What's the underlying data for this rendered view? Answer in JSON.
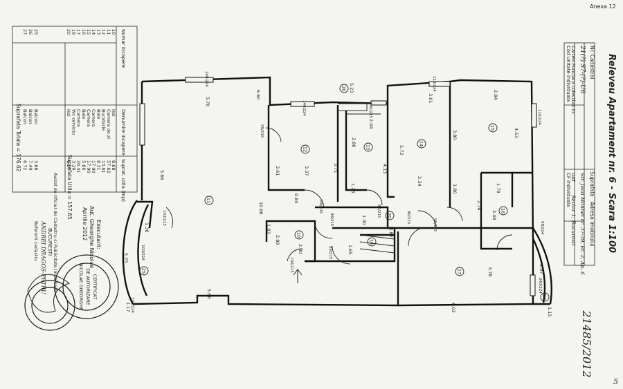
{
  "annex": "Anexa 12",
  "corner_mark": "5",
  "reg_number": "21485/2012",
  "title": "Releveu Apartament nr. 6 - Scara 1:100",
  "header": {
    "labels": {
      "cadastral": "Nr. Cadastral",
      "surface": "Suprafata",
      "address": "Adresa imobilului",
      "cf": "Cartea Funciara colectiva nr.",
      "uat": "UAT",
      "cad_code": "Cod unitate individuala",
      "cf_ind": "CF individuala"
    },
    "values": {
      "cadastral": "21(?) S7-(?)-U6",
      "address": "Str. Jean Monnet nr. 37-39, Et. 2, Ap. 6",
      "uat": "Sector 1, Bucuresti"
    }
  },
  "rooms_table": {
    "headers": [
      "Numar incapere",
      "Denumire incapere",
      "Suprat. utila (mp)"
    ],
    "rows": [
      [
        "10",
        "Hol",
        "8.68"
      ],
      [
        "11",
        "Camera de zi",
        "57.62"
      ],
      [
        "12",
        "Bucatarie",
        "13.61"
      ],
      [
        "13",
        "Baie",
        "8.31"
      ],
      [
        "14",
        "Camera",
        "17.90"
      ],
      [
        "15",
        "Camera",
        "17.90"
      ],
      [
        "16",
        "Baie",
        "5.66"
      ],
      [
        "17",
        "Camera",
        "20.41"
      ],
      [
        "18",
        "Wc serviciu",
        "3.29"
      ],
      [
        "20",
        "Hol",
        "6.27"
      ]
    ],
    "util_label": "Suprafata Utila = 157.65",
    "balc_rows": [
      [
        "25",
        "Balcon",
        "3.88"
      ],
      [
        "26",
        "Balcon",
        "7.49"
      ],
      [
        "27",
        "Balcon",
        "6.72"
      ]
    ],
    "total_label": "Suprafata Totala = 176.02"
  },
  "executor": {
    "line1": "Executant:",
    "line2": "Aut. Gheorghe Nicolae",
    "line3": "Aprilie 2012",
    "sign1": "Avizat de Oficiul de Cadastru si Publicitate Imobiliara",
    "sign2": "BUCURESTI",
    "sign3": "ANDREI DRAGOS-PETRU",
    "sign4": "Referent cadastru"
  },
  "plan": {
    "room_ids": [
      "10",
      "11",
      "12",
      "13",
      "14",
      "15",
      "16",
      "17",
      "18",
      "20",
      "25",
      "26",
      "27"
    ],
    "dims": [
      "5.70",
      "5.68",
      "5.23",
      "6.60",
      "3.01",
      "2.84",
      "4.53",
      "2.04",
      "2.80",
      "3.71",
      "3.61",
      "3.37",
      "3.80",
      "5.72",
      "4.13",
      "2.34",
      "1.80",
      "1.78",
      "2.74",
      "3.48",
      "1.23",
      "0.84",
      "10.86",
      "1.83",
      "2.89",
      "2.80",
      "1.30",
      "4.82",
      "1.65",
      "1.36",
      "5.25",
      "5.66",
      "3.78",
      "6.03",
      "4.97",
      "1.15",
      "1.17"
    ],
    "openings": [
      "240/224",
      "140/224",
      "118/224",
      "110/224",
      "99/215",
      "100/215",
      "89/215",
      "82/215",
      "98/215",
      "96/215",
      "86/215",
      "100/215",
      "103/215",
      "103/224",
      "102/224",
      "98/224",
      "240/224",
      "96/215"
    ]
  }
}
